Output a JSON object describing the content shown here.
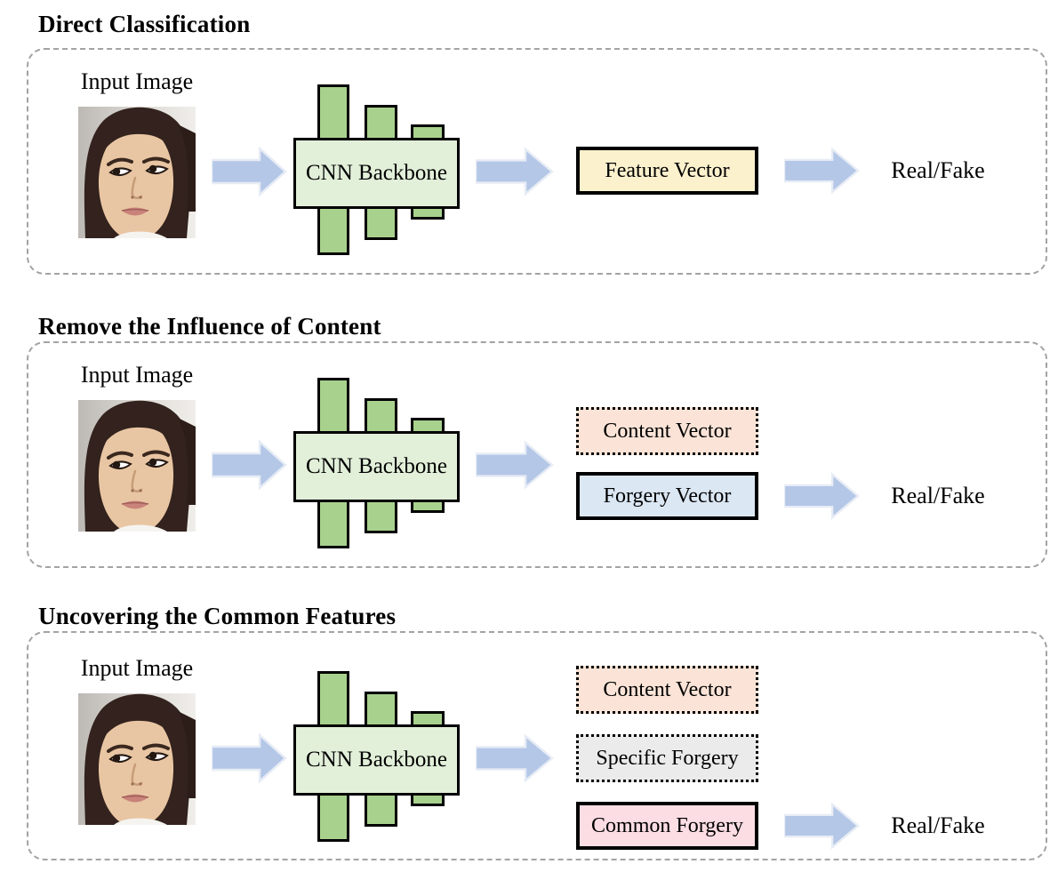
{
  "figure": {
    "type": "paper-diagram",
    "topic": "face forgery detection approaches"
  },
  "colors": {
    "arrow_fill": "#B4C7E7",
    "arrow_edge": "#E7ECF5",
    "panel_dashed_border": "#A3A3A3",
    "cnn_box_fill": "#E2EFD9",
    "cnn_bar_fill": "#A9D18E",
    "box_outline": "#000000",
    "feature_vector_fill": "#FCF1CD",
    "content_vector_fill": "#FBE4D7",
    "forgery_vector_fill": "#DBE7F3",
    "specific_forgery_fill": "#EBEBEB",
    "common_forgery_fill": "#FCDDE3"
  },
  "panels": [
    {
      "title": "Direct Classification",
      "input_label": "Input Image",
      "backbone_label": "CNN Backbone",
      "outputs": [
        {
          "label": "Feature Vector",
          "style": "solid",
          "fill": "#FCF1CD"
        }
      ],
      "result_label": "Real/Fake"
    },
    {
      "title": "Remove the Influence of Content",
      "input_label": "Input Image",
      "backbone_label": "CNN Backbone",
      "outputs": [
        {
          "label": "Content Vector",
          "style": "dotted",
          "fill": "#FBE4D7"
        },
        {
          "label": "Forgery Vector",
          "style": "solid",
          "fill": "#DBE7F3"
        }
      ],
      "result_label": "Real/Fake"
    },
    {
      "title": "Uncovering the Common Features",
      "input_label": "Input Image",
      "backbone_label": "CNN Backbone",
      "outputs": [
        {
          "label": "Content Vector",
          "style": "dotted",
          "fill": "#FBE4D7"
        },
        {
          "label": "Specific Forgery",
          "style": "dotted",
          "fill": "#EBEBEB"
        },
        {
          "label": "Common Forgery",
          "style": "solid",
          "fill": "#FCDDE3"
        }
      ],
      "result_label": "Real/Fake"
    }
  ]
}
